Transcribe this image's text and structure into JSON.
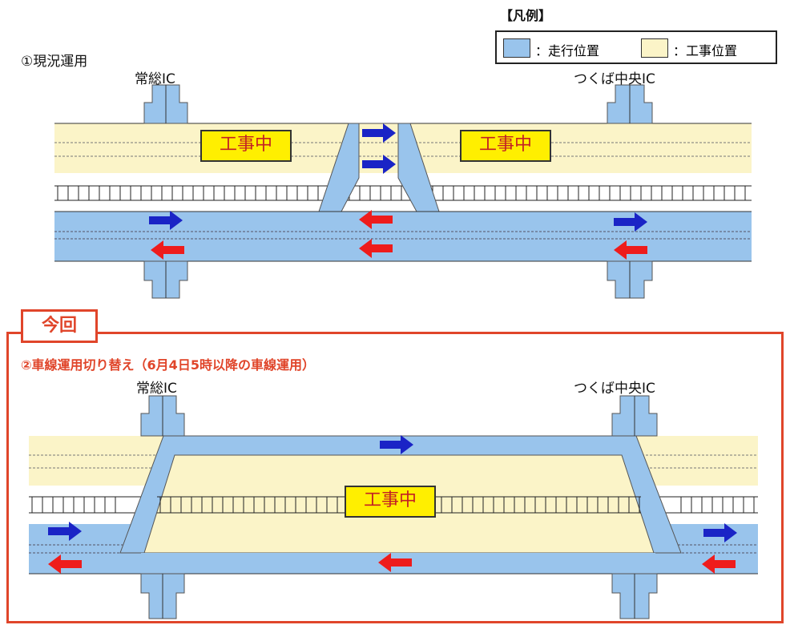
{
  "legend": {
    "title": "【凡例】",
    "running_label": "：走行位置",
    "construction_label": "：工事位置",
    "running_color": "#99c4ec",
    "construction_color": "#fbf4c8"
  },
  "section1": {
    "title": "①現況運用",
    "ic_left": "常総IC",
    "ic_right": "つくば中央IC",
    "badge_left": "工事中",
    "badge_right": "工事中"
  },
  "section2": {
    "tab": "今回",
    "title": "②車線運用切り替え（6月4日5時以降の車線運用）",
    "ic_left": "常総IC",
    "ic_right": "つくば中央IC",
    "badge": "工事中"
  },
  "colors": {
    "arrow_right": "#1a24c6",
    "arrow_left": "#ee1c1c",
    "accent_frame": "#e0452a",
    "badge_fill": "#ffef00"
  }
}
